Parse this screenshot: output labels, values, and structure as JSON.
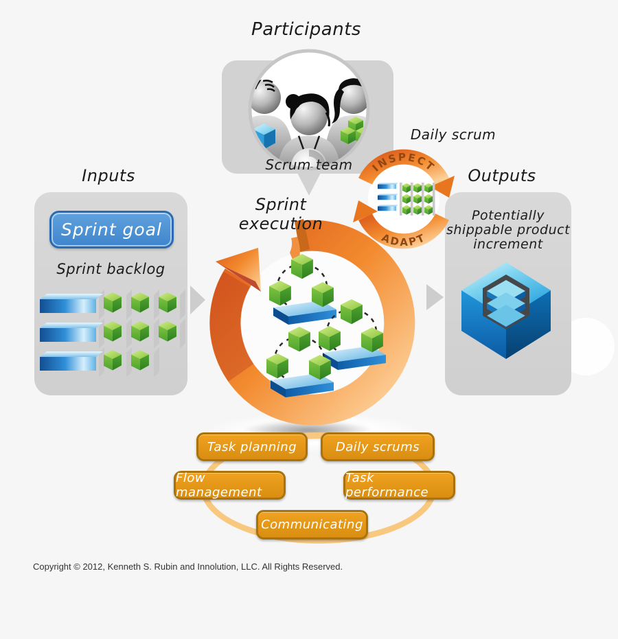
{
  "diagram": {
    "participants": {
      "title": "Participants",
      "caption": "Scrum team"
    },
    "daily_scrum": {
      "label": "Daily scrum",
      "inspect": "INSPECT",
      "adapt": "ADAPT"
    },
    "inputs": {
      "title": "Inputs",
      "sprint_goal": "Sprint goal",
      "sprint_backlog": "Sprint backlog"
    },
    "execution": {
      "title": "Sprint execution"
    },
    "outputs": {
      "title": "Outputs",
      "lines": [
        "Potentially",
        "shippable product",
        "increment"
      ]
    },
    "activities": [
      {
        "label": "Task planning"
      },
      {
        "label": "Daily scrums"
      },
      {
        "label": "Flow management"
      },
      {
        "label": "Task performance"
      },
      {
        "label": "Communicating"
      }
    ],
    "footer": {
      "copyright": "Copyright © 2012, Kenneth S. Rubin and Innolution, LLC. All Rights Reserved."
    },
    "colors": {
      "background": "#F6F6F6",
      "orange": "#F0871F",
      "orange_light": "#F9C87F",
      "pill_fill": "#E49A1A",
      "pill_border": "#A9720A",
      "sprint_goal_blue": "#4A8FD5",
      "panel_gray": "#D4D4D4",
      "cube_green": "#5CB636",
      "bar_blue": "#1C6DB6",
      "output_cube_blue": "#1589CF",
      "inspect_adapt_text": "#8F4714"
    }
  }
}
